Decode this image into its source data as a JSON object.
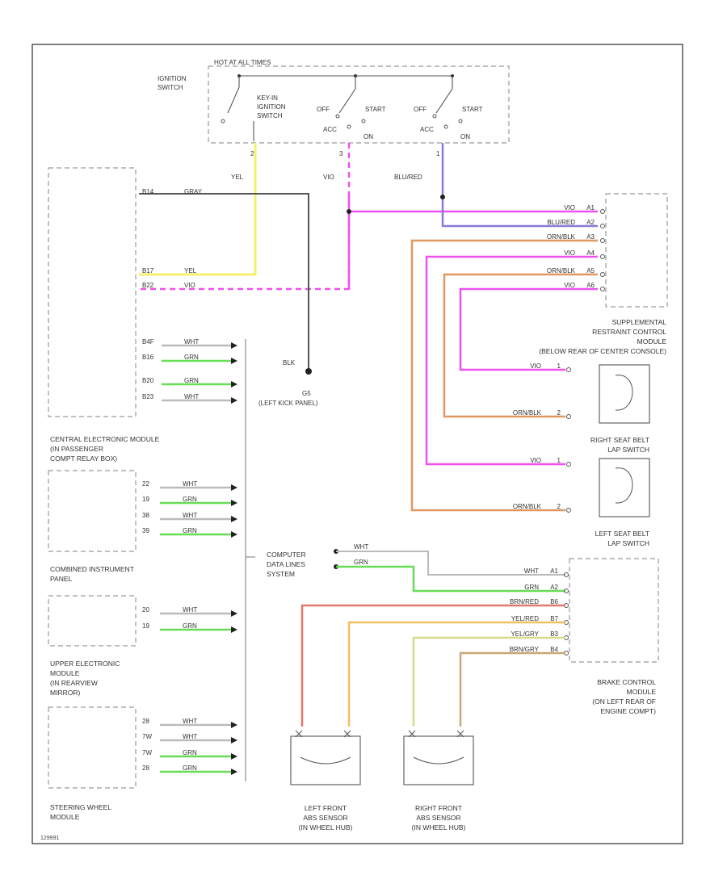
{
  "figure_id": "129991",
  "ignition_switch": {
    "box_title": "HOT AT ALL TIMES",
    "switch_label_1": "IGNITION",
    "switch_label_2": "SWITCH",
    "key_label_1": "KEY-IN",
    "key_label_2": "IGNITION",
    "key_label_3": "SWITCH",
    "off": "OFF",
    "start": "START",
    "acc": "ACC",
    "on": "ON",
    "pin1": "1",
    "pin2": "2",
    "pin3": "3"
  },
  "wires": {
    "yel": "YEL",
    "vio": "VIO",
    "blu_red": "BLU/RED",
    "gray": "GRAY",
    "blk": "BLK"
  },
  "central_module": {
    "label": [
      "CENTRAL ELECTRONIC MODULE",
      "(IN PASSENGER",
      "COMPT RELAY BOX)"
    ],
    "pins": [
      {
        "pin": "B14",
        "wire": "GRAY"
      },
      {
        "pin": "B17",
        "wire": "YEL"
      },
      {
        "pin": "B22",
        "wire": "VIO"
      },
      {
        "pin": "B4F",
        "wire": "WHT"
      },
      {
        "pin": "B16",
        "wire": "GRN"
      },
      {
        "pin": "B20",
        "wire": "GRN"
      },
      {
        "pin": "B23",
        "wire": "WHT"
      }
    ]
  },
  "ground": {
    "id": "G5",
    "location": "(LEFT KICK PANEL)"
  },
  "combined_instrument": {
    "label": [
      "COMBINED INSTRUMENT",
      "PANEL"
    ],
    "pins": [
      {
        "pin": "22",
        "wire": "WHT"
      },
      {
        "pin": "19",
        "wire": "GRN"
      },
      {
        "pin": "38",
        "wire": "WHT"
      },
      {
        "pin": "39",
        "wire": "GRN"
      }
    ]
  },
  "upper_module": {
    "label": [
      "UPPER ELECTRONIC",
      "MODULE",
      "(IN REARVIEW",
      "MIRROR)"
    ],
    "pins": [
      {
        "pin": "20",
        "wire": "WHT"
      },
      {
        "pin": "19",
        "wire": "GRN"
      }
    ]
  },
  "steering_module": {
    "label": [
      "STEERING WHEEL",
      "MODULE"
    ],
    "pins": [
      {
        "pin": "28",
        "wire": "WHT"
      },
      {
        "pin": "7W",
        "wire": "WHT"
      },
      {
        "pin": "7W",
        "wire": "GRN"
      },
      {
        "pin": "28",
        "wire": "GRN"
      }
    ]
  },
  "data_lines": {
    "label": [
      "COMPUTER",
      "DATA LINES",
      "SYSTEM"
    ],
    "wire_1": "WHT",
    "wire_2": "GRN"
  },
  "srs_module": {
    "label": [
      "SUPPLEMENTAL",
      "RESTRAINT CONTROL",
      "MODULE",
      "(BELOW REAR OF CENTER CONSOLE)"
    ],
    "pins": [
      {
        "pin": "A1",
        "wire": "VIO"
      },
      {
        "pin": "A2",
        "wire": "BLU/RED"
      },
      {
        "pin": "A3",
        "wire": "ORN/BLK"
      },
      {
        "pin": "A4",
        "wire": "VIO"
      },
      {
        "pin": "A5",
        "wire": "ORN/BLK"
      },
      {
        "pin": "A6",
        "wire": "VIO"
      }
    ]
  },
  "right_belt": {
    "label": [
      "RIGHT SEAT BELT",
      "LAP SWITCH"
    ],
    "pins": [
      {
        "pin": "1",
        "wire": "VIO"
      },
      {
        "pin": "2",
        "wire": "ORN/BLK"
      }
    ]
  },
  "left_belt": {
    "label": [
      "LEFT SEAT BELT",
      "LAP SWITCH"
    ],
    "pins": [
      {
        "pin": "1",
        "wire": "VIO"
      },
      {
        "pin": "2",
        "wire": "ORN/BLK"
      }
    ]
  },
  "brake_module": {
    "label": [
      "BRAKE CONTROL",
      "MODULE",
      "(ON LEFT REAR OF",
      "ENGINE COMPT)"
    ],
    "pins": [
      {
        "pin": "A1",
        "wire": "WHT"
      },
      {
        "pin": "A2",
        "wire": "GRN"
      },
      {
        "pin": "B6",
        "wire": "BRN/RED"
      },
      {
        "pin": "B7",
        "wire": "YEL/RED"
      },
      {
        "pin": "B3",
        "wire": "YEL/GRY"
      },
      {
        "pin": "B4",
        "wire": "BRN/GRY"
      }
    ]
  },
  "left_abs": {
    "label": [
      "LEFT FRONT",
      "ABS SENSOR",
      "(IN WHEEL HUB)"
    ]
  },
  "right_abs": {
    "label": [
      "RIGHT FRONT",
      "ABS SENSOR",
      "(IN WHEEL HUB)"
    ]
  },
  "colors": {
    "gray": "#555555",
    "yel": "#f4f06a",
    "vio": "#f050f0",
    "blu_red": "#8a7ad8",
    "orn": "#e09860",
    "grn": "#66dd55",
    "wht": "#bbbbbb",
    "brn_red": "#e07a6a",
    "yel_red": "#f5c060",
    "yel_gry": "#d8dc8a",
    "brn_gry": "#c8a878"
  }
}
